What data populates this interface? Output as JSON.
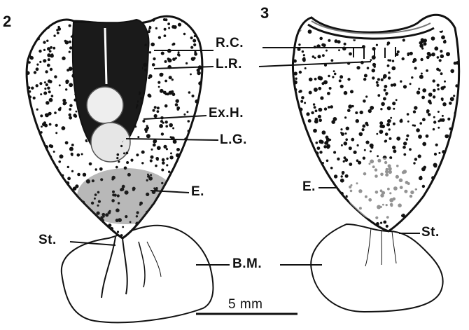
{
  "figure_numbers": {
    "left": "2",
    "right": "3"
  },
  "labels": {
    "rc": "R.C.",
    "lr": "L.R.",
    "exh": "Ex.H.",
    "lg": "L.G.",
    "e_left": "E.",
    "e_right": "E.",
    "st_left": "St.",
    "st_right": "St.",
    "bm": "B.M."
  },
  "scale_bar": {
    "label": "5 mm",
    "length_mm": 5
  },
  "colors": {
    "ink": "#111111",
    "background": "#ffffff",
    "cavity": "#1a1a1a"
  }
}
